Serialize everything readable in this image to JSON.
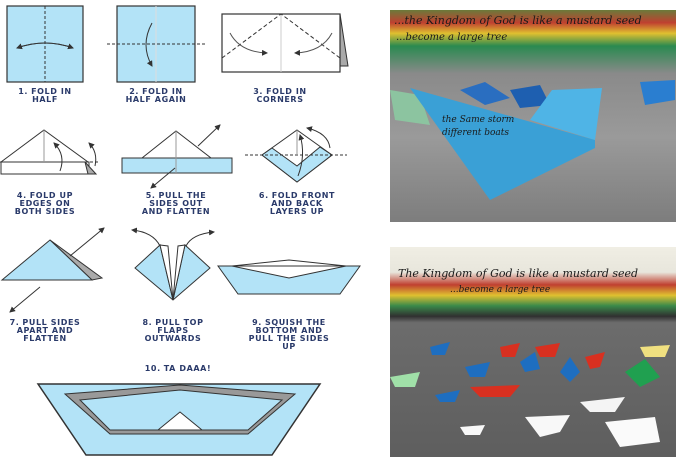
{
  "steps": [
    {
      "num": "1.",
      "lines": [
        "FOLD IN",
        "HALF"
      ]
    },
    {
      "num": "2.",
      "lines": [
        "FOLD IN",
        "HALF AGAIN"
      ]
    },
    {
      "num": "3.",
      "lines": [
        "FOLD IN",
        "CORNERS"
      ]
    },
    {
      "num": "4.",
      "lines": [
        "FOLD UP",
        "EDGES ON",
        "BOTH SIDES"
      ]
    },
    {
      "num": "5.",
      "lines": [
        "PULL THE",
        "SIDES OUT",
        "AND FLATTEN"
      ]
    },
    {
      "num": "6.",
      "lines": [
        "FOLD FRONT",
        "AND BACK",
        "LAYERS UP"
      ]
    },
    {
      "num": "7.",
      "lines": [
        "PULL SIDES",
        "APART AND",
        "FLATTEN"
      ]
    },
    {
      "num": "8.",
      "lines": [
        "PULL TOP",
        "FLAPS",
        "OUTWARDS"
      ]
    },
    {
      "num": "9.",
      "lines": [
        "SQUISH THE",
        "BOTTOM AND",
        "PULL THE SIDES",
        "UP"
      ]
    },
    {
      "num": "10.",
      "lines": [
        "TA DAAA!"
      ]
    }
  ],
  "photos": {
    "top": {
      "mural_text": [
        "...the Kingdom of God is like a mustard seed",
        "...become a large tree"
      ],
      "boat_text": [
        "the Same storm",
        "different boats"
      ]
    },
    "bottom": {
      "mural_text": [
        "The Kingdom of God is like a mustard seed",
        "...become a large tree"
      ]
    }
  },
  "colors": {
    "paper": "#b3e3f7",
    "outline": "#333333",
    "label": "#2a3a6a"
  }
}
